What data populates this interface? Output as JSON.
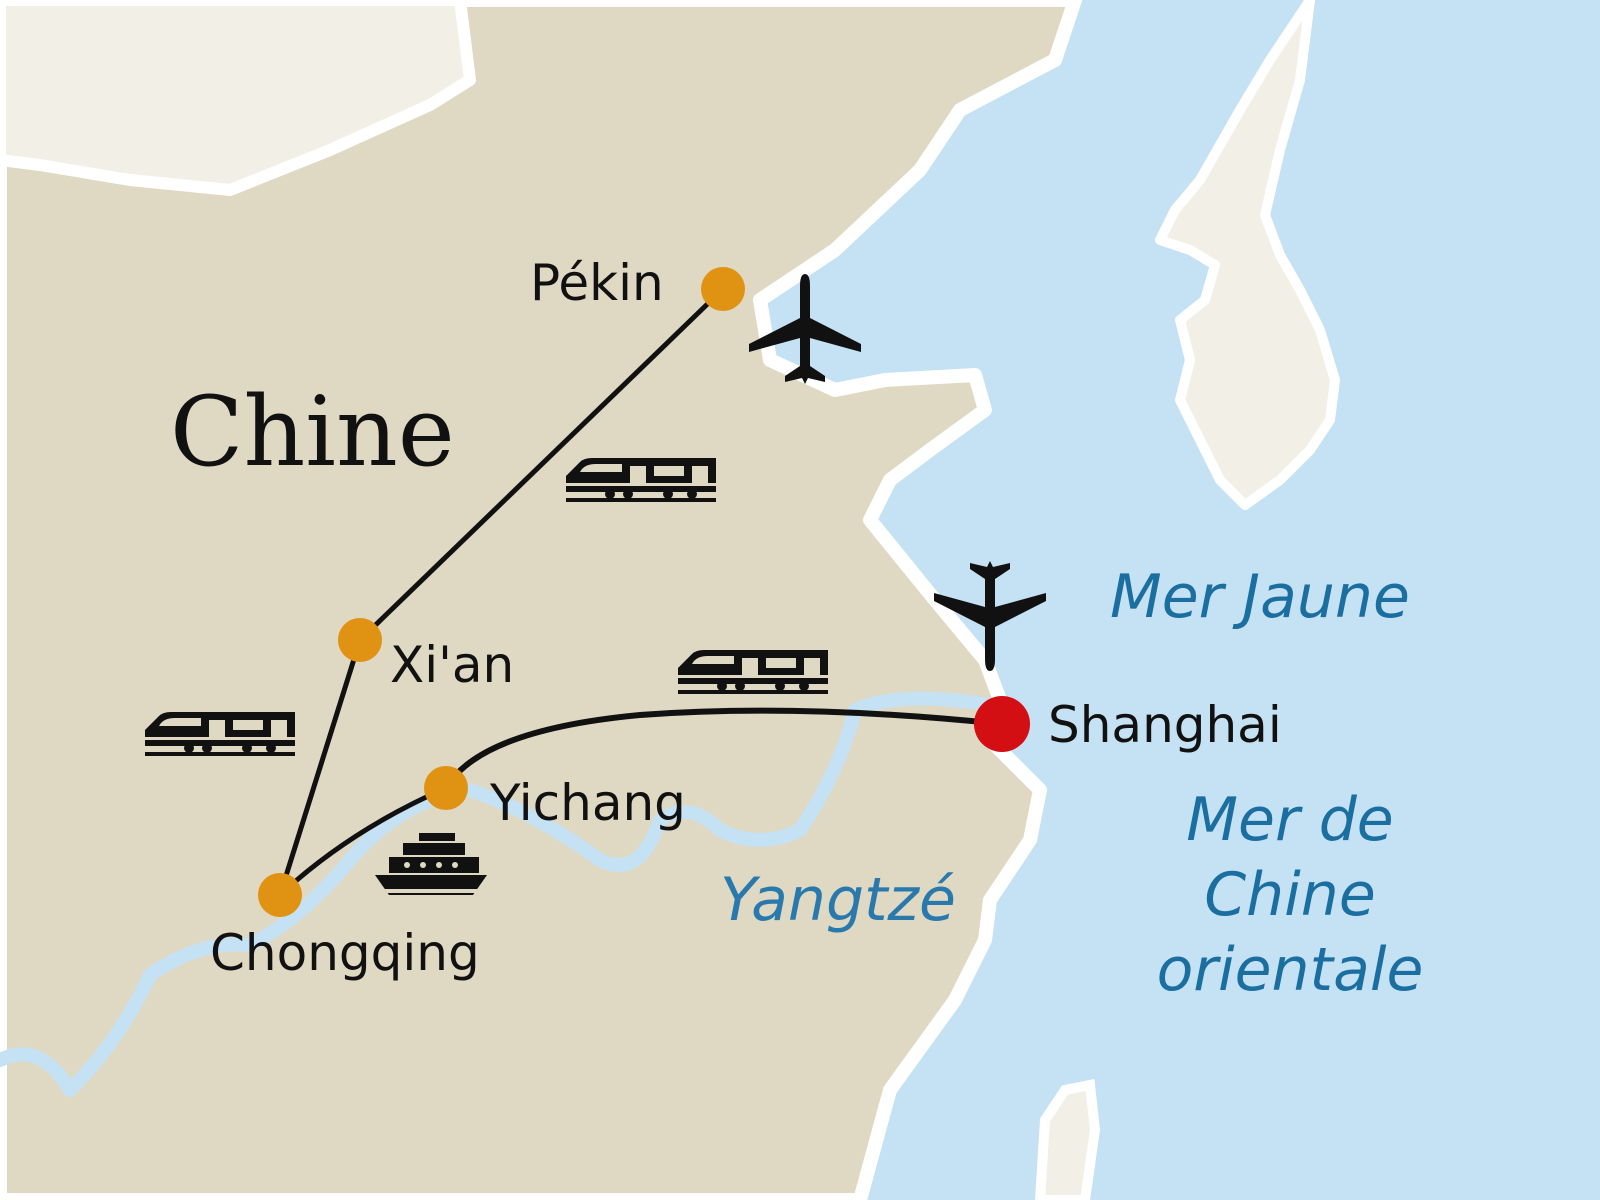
{
  "country": "Chine",
  "cities": [
    {
      "id": "pekin",
      "name": "Pékin",
      "type": "stop"
    },
    {
      "id": "xian",
      "name": "Xi'an",
      "type": "stop"
    },
    {
      "id": "chongqing",
      "name": "Chongqing",
      "type": "stop"
    },
    {
      "id": "yichang",
      "name": "Yichang",
      "type": "stop"
    },
    {
      "id": "shanghai",
      "name": "Shanghai",
      "type": "start-end"
    }
  ],
  "waters": {
    "yellow_sea": "Mer Jaune",
    "east_china_sea": [
      "Mer de",
      "Chine",
      "orientale"
    ],
    "river": "Yangtzé"
  },
  "route_segments": [
    {
      "from": "Shanghai",
      "to": "Pékin",
      "mode": "plane"
    },
    {
      "from": "Pékin",
      "to": "Xi'an",
      "mode": "train"
    },
    {
      "from": "Xi'an",
      "to": "Chongqing",
      "mode": "train"
    },
    {
      "from": "Chongqing",
      "to": "Yichang",
      "mode": "boat"
    },
    {
      "from": "Yichang",
      "to": "Shanghai",
      "mode": "train"
    }
  ],
  "icons": [
    "plane-icon",
    "train-icon",
    "ship-icon"
  ],
  "colors": {
    "land": "#dfd9c3",
    "neighbor_land": "#f1efe6",
    "sea": "#c5e1f4",
    "stop_dot": "#e09213",
    "start_dot": "#d40f14",
    "route": "#111111",
    "water_label": "#1b6fa0"
  }
}
